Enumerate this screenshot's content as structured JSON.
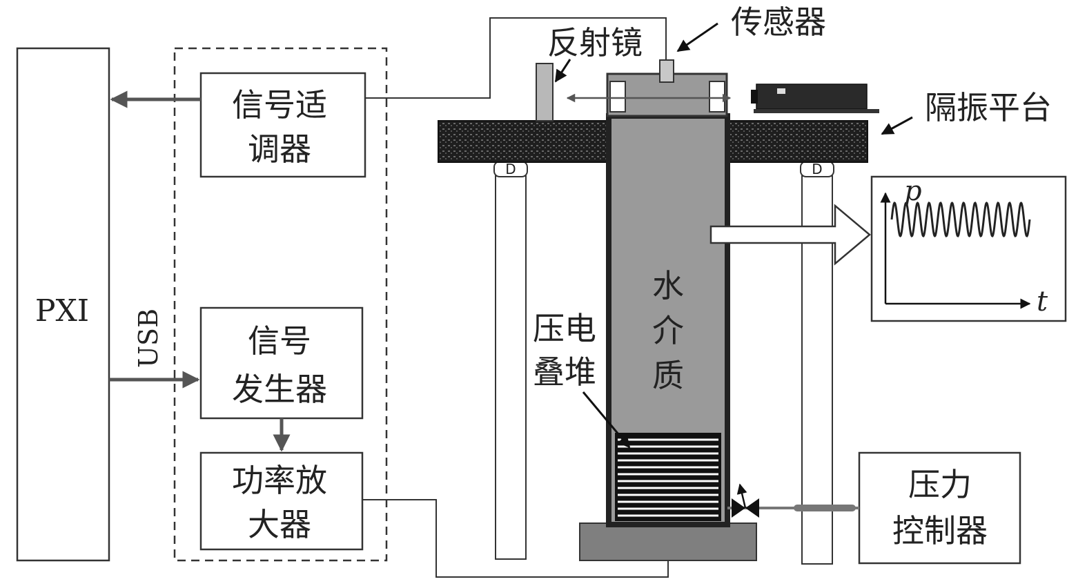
{
  "labels": {
    "pxi": "PXI",
    "usb": "USB",
    "signal_conditioner": [
      "信号适",
      "调器"
    ],
    "signal_generator": [
      "信号",
      "发生器"
    ],
    "power_amplifier": [
      "功率放",
      "大器"
    ],
    "reflector": "反射镜",
    "sensor": "传感器",
    "isolation_platform": "隔振平台",
    "water_medium": [
      "水",
      "介",
      "质"
    ],
    "piezo_stack": [
      "压电",
      "叠堆"
    ],
    "pressure_controller": [
      "压力",
      "控制器"
    ],
    "axis_p": "p",
    "axis_t": "t",
    "damper": "D"
  },
  "colors": {
    "line": "#333333",
    "arrow": "#555555",
    "column": "#9a9a9a",
    "column_border": "#222222",
    "base": "#7f7f7f",
    "platform": "#1e1e1e"
  }
}
